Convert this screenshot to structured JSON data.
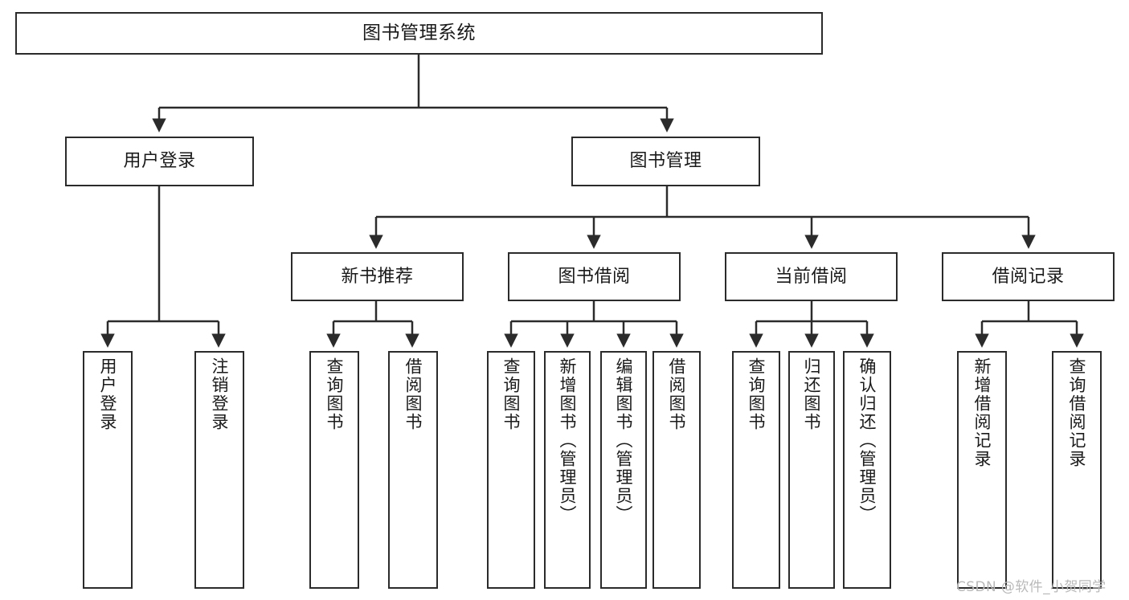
{
  "diagram": {
    "title": "图书管理系统",
    "type": "tree-hierarchy",
    "levels": [
      {
        "level": 1,
        "nodes": [
          {
            "id": "root",
            "label": "图书管理系统"
          }
        ]
      },
      {
        "level": 2,
        "nodes": [
          {
            "id": "login",
            "label": "用户登录",
            "parent": "root"
          },
          {
            "id": "bookmgmt",
            "label": "图书管理",
            "parent": "root"
          }
        ]
      },
      {
        "level": 3,
        "nodes": [
          {
            "id": "newbook",
            "label": "新书推荐",
            "parent": "bookmgmt"
          },
          {
            "id": "borrow",
            "label": "图书借阅",
            "parent": "bookmgmt"
          },
          {
            "id": "current",
            "label": "当前借阅",
            "parent": "bookmgmt"
          },
          {
            "id": "records",
            "label": "借阅记录",
            "parent": "bookmgmt"
          }
        ]
      },
      {
        "level": 4,
        "nodes": [
          {
            "id": "leaf1",
            "label": "用户登录",
            "parent": "login"
          },
          {
            "id": "leaf2",
            "label": "注销登录",
            "parent": "login"
          },
          {
            "id": "leaf3",
            "label": "查询图书",
            "parent": "newbook"
          },
          {
            "id": "leaf4",
            "label": "借阅图书",
            "parent": "newbook"
          },
          {
            "id": "leaf5",
            "label": "查询图书",
            "parent": "borrow"
          },
          {
            "id": "leaf6",
            "label": "新增图书（管理员）",
            "parent": "borrow"
          },
          {
            "id": "leaf7",
            "label": "编辑图书（管理员）",
            "parent": "borrow"
          },
          {
            "id": "leaf8",
            "label": "借阅图书",
            "parent": "borrow"
          },
          {
            "id": "leaf9",
            "label": "查询图书",
            "parent": "current"
          },
          {
            "id": "leaf10",
            "label": "归还图书",
            "parent": "current"
          },
          {
            "id": "leaf11",
            "label": "确认归还（管理员）",
            "parent": "current"
          },
          {
            "id": "leaf12",
            "label": "新增借阅记录",
            "parent": "records"
          },
          {
            "id": "leaf13",
            "label": "查询借阅记录",
            "parent": "records"
          }
        ]
      }
    ]
  },
  "watermark": {
    "text": "CSDN @软件_小贺同学"
  },
  "colors": {
    "stroke": "#2b2b2b",
    "fill": "#ffffff",
    "text": "#1a1a1a",
    "watermark": "#b9b9b9"
  }
}
